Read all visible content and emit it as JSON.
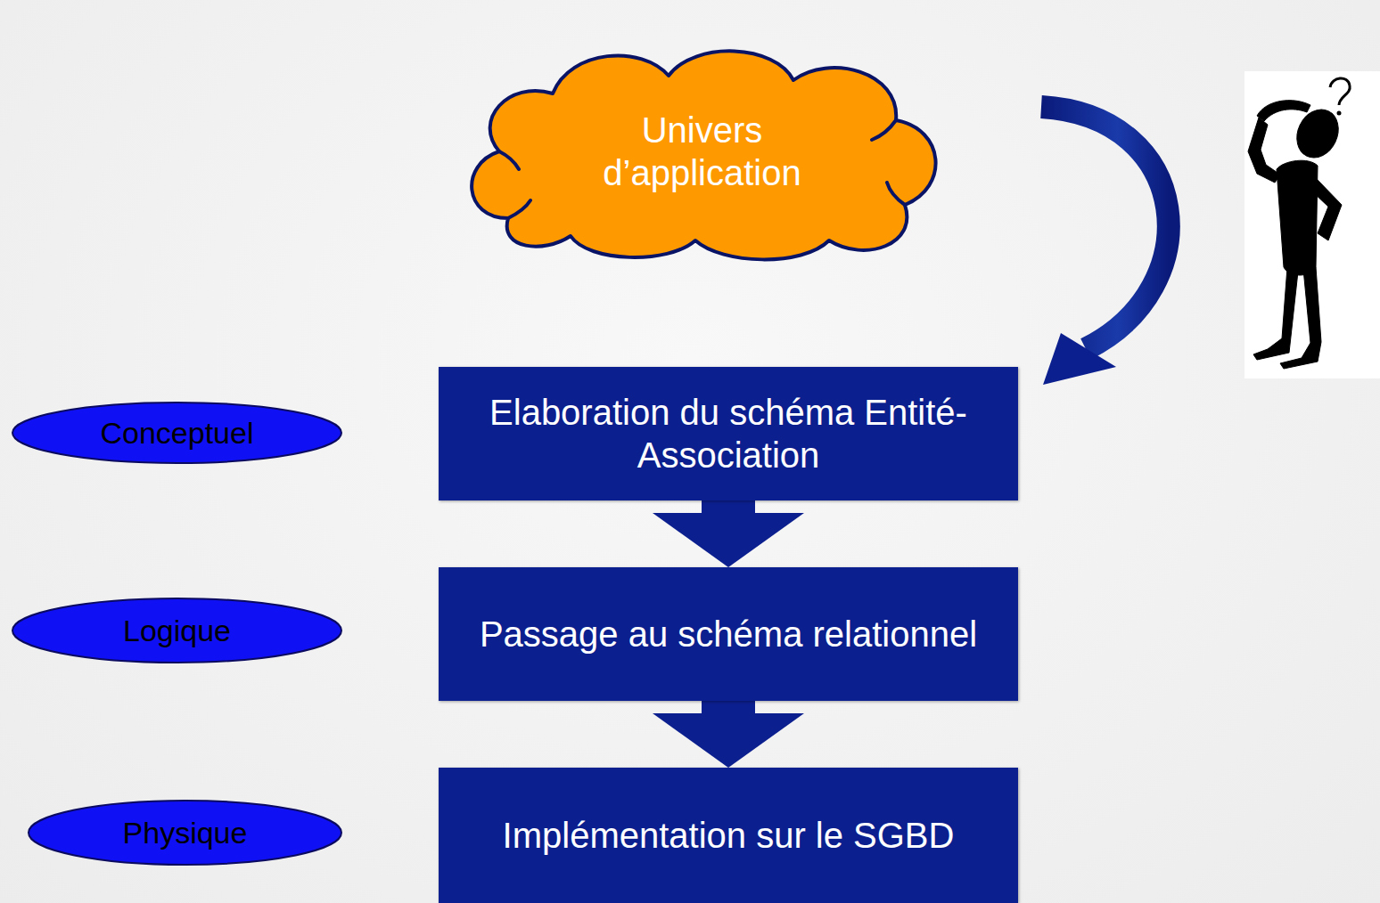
{
  "diagram": {
    "nodes": [
      {
        "text": [
          "Univers d’application"
        ]
      },
      {
        "text": [
          "Conceptuel"
        ]
      },
      {
        "text": [
          "Elaboration du schéma Entité-Association"
        ]
      },
      {
        "text": [
          "Logique"
        ]
      },
      {
        "text": [
          "Passage au schéma relationnel"
        ]
      },
      {
        "text": [
          "Physique"
        ]
      },
      {
        "text": [
          "Implémentation sur le SGBD"
        ]
      }
    ],
    "edges": [
      {
        "from": 0,
        "to": 2,
        "arrow": "to"
      },
      {
        "from": 2,
        "to": 4,
        "arrow": "to"
      },
      {
        "from": 4,
        "to": 6,
        "arrow": "to"
      }
    ]
  }
}
